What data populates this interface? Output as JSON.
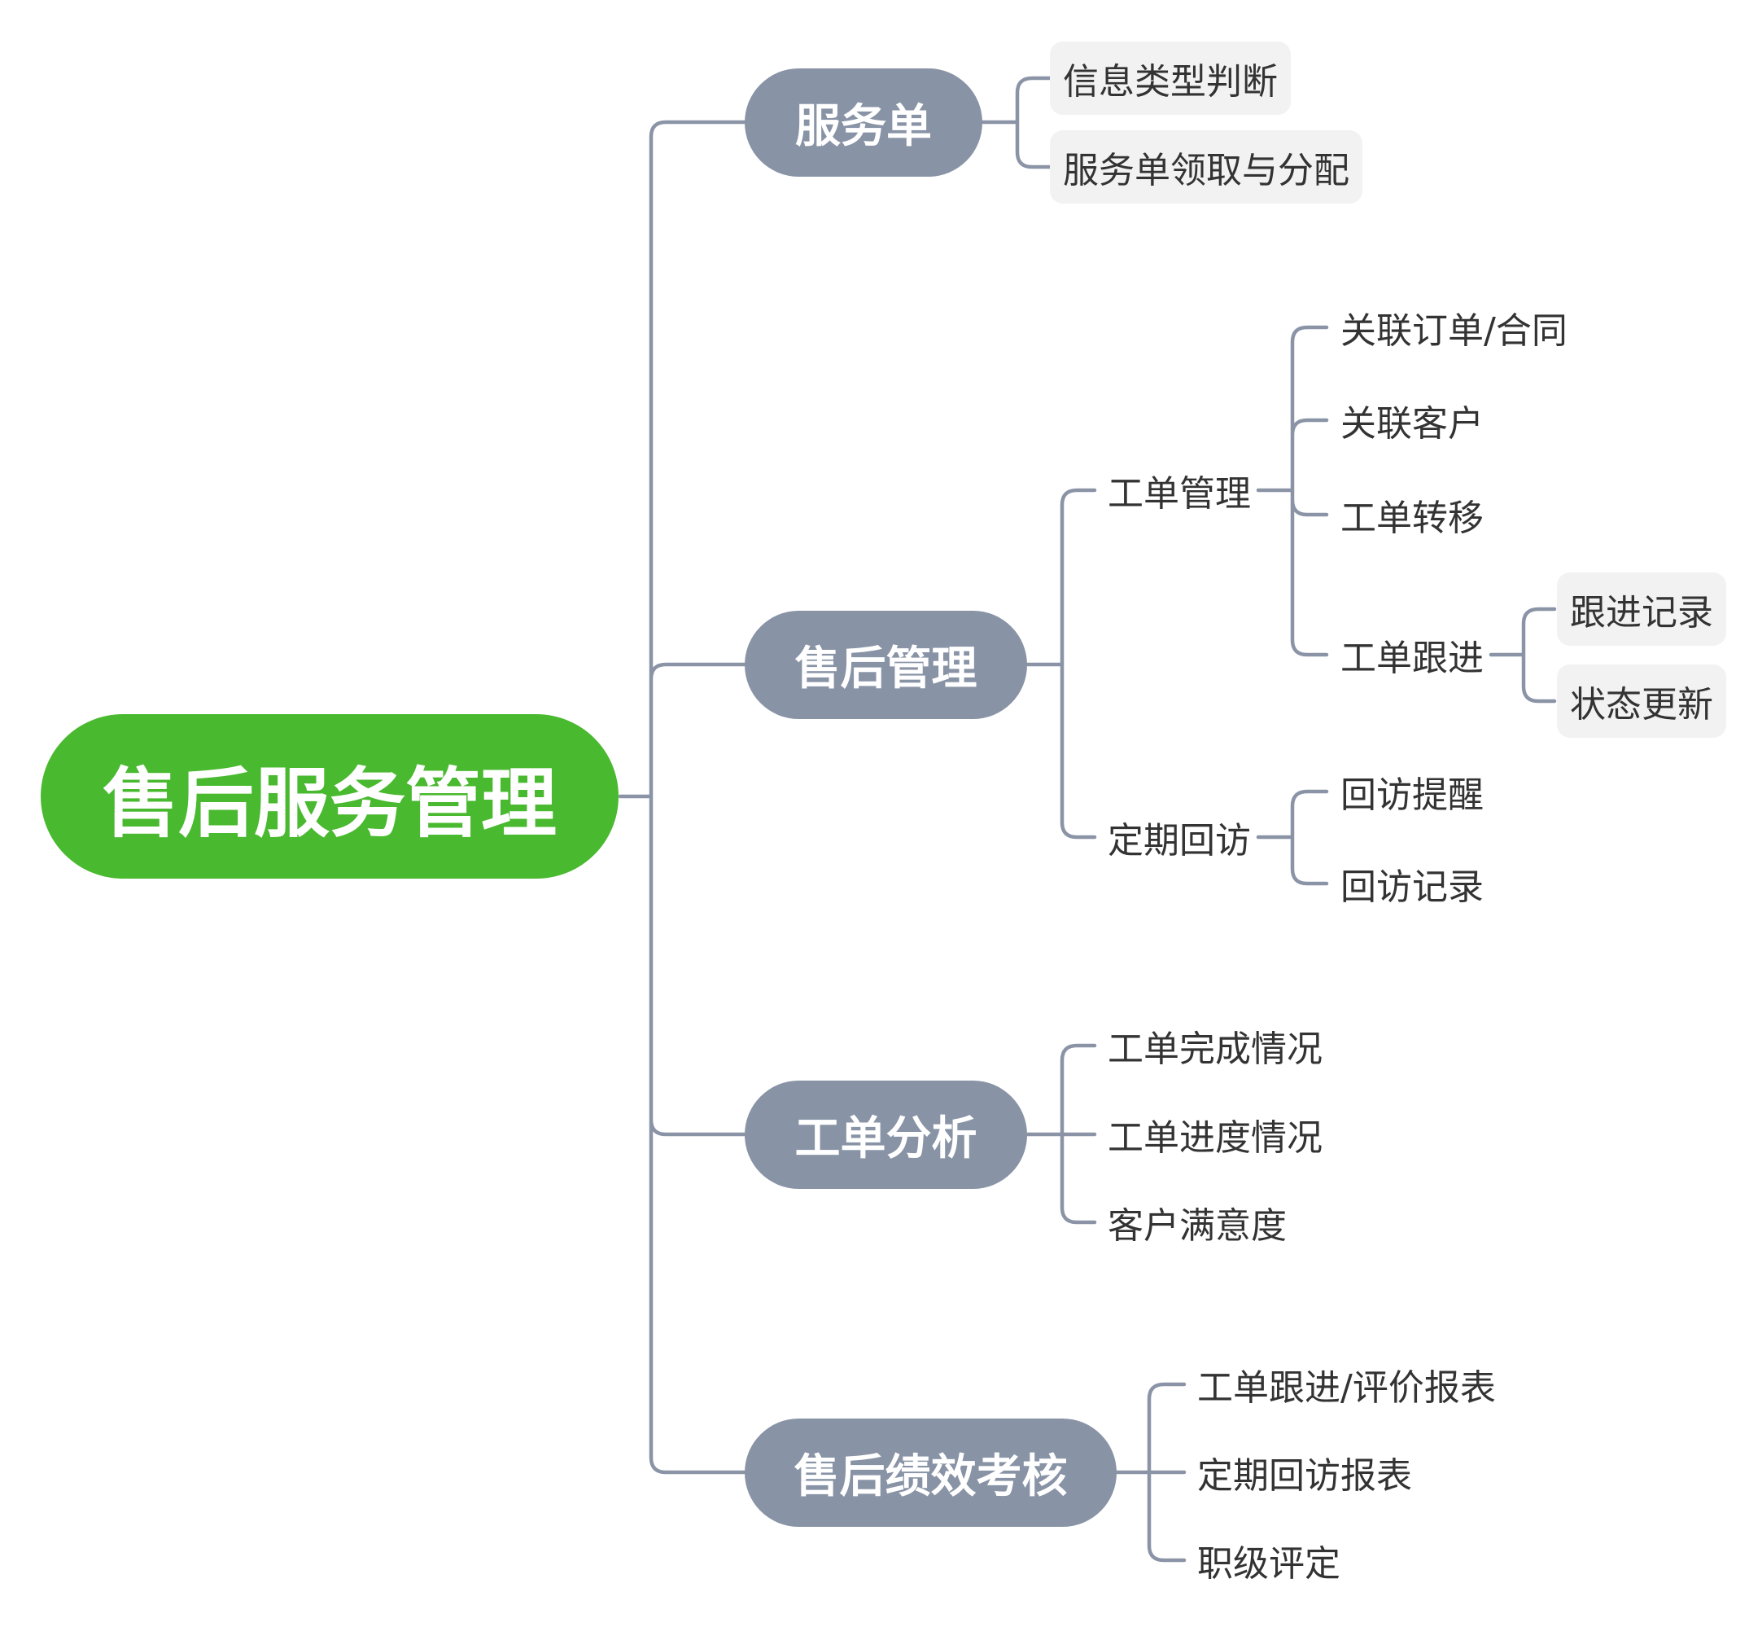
{
  "mindmap": {
    "root": "售后服务管理",
    "branches": [
      {
        "label": "服务单",
        "children": [
          "信息类型判断",
          "服务单领取与分配"
        ]
      },
      {
        "label": "售后管理",
        "work_order_mgmt": {
          "label": "工单管理",
          "children": [
            "关联订单/合同",
            "关联客户",
            "工单转移"
          ],
          "follow_up": {
            "label": "工单跟进",
            "children": [
              "跟进记录",
              "状态更新"
            ]
          }
        },
        "periodic_visit": {
          "label": "定期回访",
          "children": [
            "回访提醒",
            "回访记录"
          ]
        }
      },
      {
        "label": "工单分析",
        "children": [
          "工单完成情况",
          "工单进度情况",
          "客户满意度"
        ]
      },
      {
        "label": "售后绩效考核",
        "children": [
          "工单跟进/评价报表",
          "定期回访报表",
          "职级评定"
        ]
      }
    ]
  },
  "colors": {
    "root_fill": "#49b92f",
    "topic_fill": "#8893a6",
    "line": "#8a94a6",
    "boxed_fill": "#f2f2f2",
    "text": "#333333"
  }
}
